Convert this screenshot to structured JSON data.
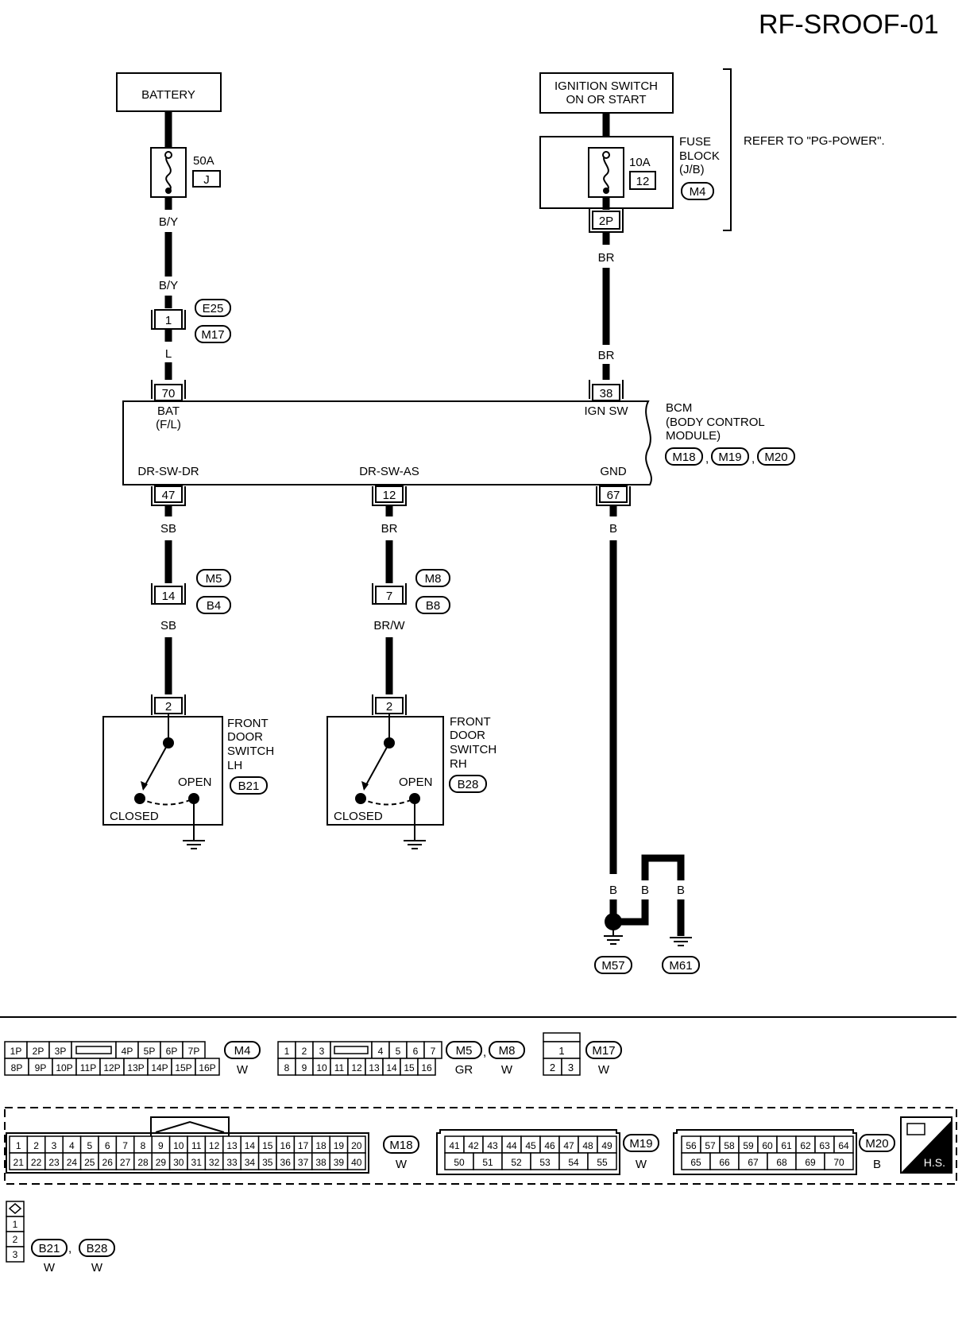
{
  "diagram_id": "RF-SROOF-01",
  "battery": {
    "label": "BATTERY",
    "fuse_rating": "50A",
    "fuse_no": "J",
    "wire_top": "B/Y",
    "wire_bottom": "B/Y"
  },
  "ignition": {
    "label_line1": "IGNITION SWITCH",
    "label_line2": "ON OR START",
    "fuse_rating": "10A",
    "fuse_no": "12",
    "fuse_block_line1": "FUSE",
    "fuse_block_line2": "BLOCK",
    "fuse_block_line3": "(J/B)",
    "fuse_block_conn": "M4",
    "terminal": "2P",
    "wire_top": "BR",
    "wire_bottom": "BR",
    "refer": "REFER TO \"PG-POWER\"."
  },
  "joint_e25": {
    "pin": "1",
    "conn_a": "E25",
    "conn_b": "M17",
    "wire_below": "L"
  },
  "bcm": {
    "name_line1": "BCM",
    "name_line2": "(BODY CONTROL",
    "name_line3": "MODULE)",
    "conn1": "M18",
    "conn2": "M19",
    "conn3": "M20",
    "pin_bat": "70",
    "label_bat": "BAT",
    "label_bat2": "(F/L)",
    "pin_ign": "38",
    "label_ign": "IGN SW",
    "pin_drdr": "47",
    "label_drdr": "DR-SW-DR",
    "pin_dras": "12",
    "label_dras": "DR-SW-AS",
    "pin_gnd": "67",
    "label_gnd": "GND"
  },
  "lh": {
    "wire_top": "SB",
    "joint_pin": "14",
    "joint_a": "M5",
    "joint_b": "B4",
    "wire_bottom": "SB",
    "switch_pin": "2",
    "name1": "FRONT",
    "name2": "DOOR",
    "name3": "SWITCH",
    "name4": "LH",
    "conn": "B21",
    "open": "OPEN",
    "closed": "CLOSED"
  },
  "rh": {
    "wire_top": "BR",
    "joint_pin": "7",
    "joint_a": "M8",
    "joint_b": "B8",
    "wire_bottom": "BR/W",
    "switch_pin": "2",
    "name1": "FRONT",
    "name2": "DOOR",
    "name3": "SWITCH",
    "name4": "RH",
    "conn": "B28",
    "open": "OPEN",
    "closed": "CLOSED"
  },
  "ground": {
    "wire": "B",
    "wire2": "B",
    "wire3": "B",
    "wire4": "B",
    "g1": "M57",
    "g2": "M61"
  },
  "connectors": {
    "m4": {
      "row1": [
        "1P",
        "2P",
        "3P",
        "",
        "4P",
        "5P",
        "6P",
        "7P"
      ],
      "row2": [
        "8P",
        "9P",
        "10P",
        "11P",
        "12P",
        "13P",
        "14P",
        "15P",
        "16P"
      ],
      "name": "M4",
      "color": "W"
    },
    "m5": {
      "row1": [
        "1",
        "2",
        "3",
        "",
        "4",
        "5",
        "6",
        "7"
      ],
      "row2": [
        "8",
        "9",
        "10",
        "11",
        "12",
        "13",
        "14",
        "15",
        "16"
      ],
      "name1": "M5",
      "name2": "M8",
      "color1": "GR",
      "color2": "W"
    },
    "m17": {
      "top": "1",
      "row2": [
        "2",
        "3"
      ],
      "name": "M17",
      "color": "W"
    },
    "m18": {
      "row1": [
        "1",
        "2",
        "3",
        "4",
        "5",
        "6",
        "7",
        "8",
        "9",
        "10",
        "11",
        "12",
        "13",
        "14",
        "15",
        "16",
        "17",
        "18",
        "19",
        "20"
      ],
      "row2": [
        "21",
        "22",
        "23",
        "24",
        "25",
        "26",
        "27",
        "28",
        "29",
        "30",
        "31",
        "32",
        "33",
        "34",
        "35",
        "36",
        "37",
        "38",
        "39",
        "40"
      ],
      "name": "M18",
      "color": "W"
    },
    "m19": {
      "row1": [
        "41",
        "42",
        "43",
        "44",
        "45",
        "46",
        "47",
        "48",
        "49"
      ],
      "row2": [
        "50",
        "51",
        "52",
        "53",
        "54",
        "55"
      ],
      "name": "M19",
      "color": "W"
    },
    "m20": {
      "row1": [
        "56",
        "57",
        "58",
        "59",
        "60",
        "61",
        "62",
        "63",
        "64"
      ],
      "row2": [
        "65",
        "66",
        "67",
        "68",
        "69",
        "70"
      ],
      "name": "M20",
      "color": "B"
    },
    "hs": "H.S.",
    "b21": {
      "pins": [
        "1",
        "2",
        "3"
      ],
      "name1": "B21",
      "name2": "B28",
      "color1": "W",
      "color2": "W"
    }
  }
}
